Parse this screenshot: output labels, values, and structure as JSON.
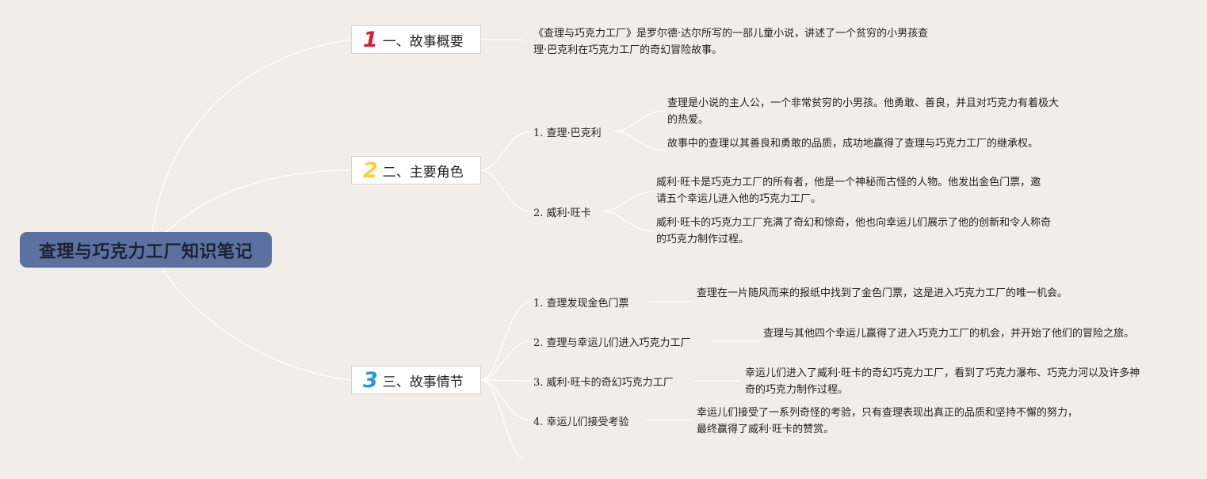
{
  "root": {
    "title": "查理与巧克力工厂知识笔记"
  },
  "colors": {
    "background": "#f2ede8",
    "root_fill": "#5b72a0",
    "num1": "#d5202f",
    "num2": "#f4d23a",
    "num3": "#2a97d9",
    "line": "#ffffff"
  },
  "topics": [
    {
      "num": "1",
      "label": "一、故事概要",
      "notes": [
        "《查理与巧克力工厂》是罗尔德·达尔所写的一部儿童小说，讲述了一个贫穷的小男孩查理·巴克利在巧克力工厂的奇幻冒险故事。"
      ]
    },
    {
      "num": "2",
      "label": "二、主要角色",
      "children": [
        {
          "label": "1. 查理·巴克利",
          "notes": [
            "查理是小说的主人公，一个非常贫穷的小男孩。他勇敢、善良，并且对巧克力有着极大的热爱。",
            "故事中的查理以其善良和勇敢的品质，成功地赢得了查理与巧克力工厂的继承权。"
          ]
        },
        {
          "label": "2. 威利·旺卡",
          "notes": [
            "威利·旺卡是巧克力工厂的所有者，他是一个神秘而古怪的人物。他发出金色门票，邀请五个幸运儿进入他的巧克力工厂。",
            "威利·旺卡的巧克力工厂充满了奇幻和惊奇，他也向幸运儿们展示了他的创新和令人称奇的巧克力制作过程。"
          ]
        }
      ]
    },
    {
      "num": "3",
      "label": "三、故事情节",
      "children": [
        {
          "label": "1. 查理发现金色门票",
          "notes": [
            "查理在一片随风而来的报纸中找到了金色门票，这是进入巧克力工厂的唯一机会。"
          ]
        },
        {
          "label": "2. 查理与幸运儿们进入巧克力工厂",
          "notes": [
            "查理与其他四个幸运儿赢得了进入巧克力工厂的机会，并开始了他们的冒险之旅。"
          ]
        },
        {
          "label": "3. 威利·旺卡的奇幻巧克力工厂",
          "notes": [
            "幸运儿们进入了威利·旺卡的奇幻巧克力工厂，看到了巧克力瀑布、巧克力河以及许多神奇的巧克力制作过程。"
          ]
        },
        {
          "label": "4. 幸运儿们接受考验",
          "notes": [
            "幸运儿们接受了一系列奇怪的考验，只有查理表现出真正的品质和坚持不懈的努力，最终赢得了威利·旺卡的赞赏。"
          ]
        }
      ]
    }
  ]
}
